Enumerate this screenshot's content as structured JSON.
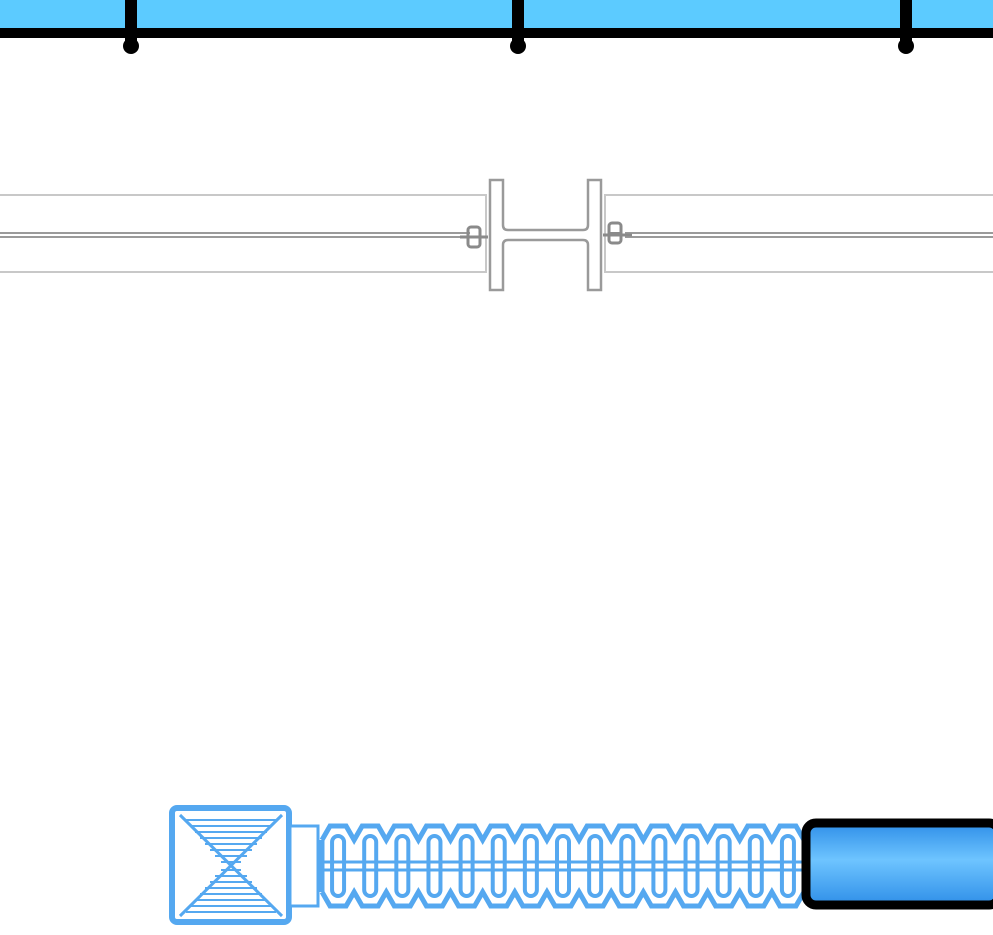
{
  "colors": {
    "background": "#ffffff",
    "top_duct_fill": "#5ccbff",
    "top_duct_edge": "#000000",
    "beam_line": "#9a9a9a",
    "beam_light": "#c8c8c8",
    "flex_blue": "#55a8f0",
    "duct_gradient_light": "#6ec4ff",
    "duct_gradient_dark": "#2f8fe8"
  },
  "elements": {
    "top_duct": "supply-duct",
    "hangers": [
      "duct-hanger",
      "duct-hanger",
      "duct-hanger"
    ],
    "beam": "steel-i-beam",
    "bolts": [
      "bolt-icon",
      "bolt-icon"
    ],
    "diffuser": "square-diffuser-icon",
    "flex_duct": "flexible-duct",
    "branch_duct": "rigid-duct"
  }
}
